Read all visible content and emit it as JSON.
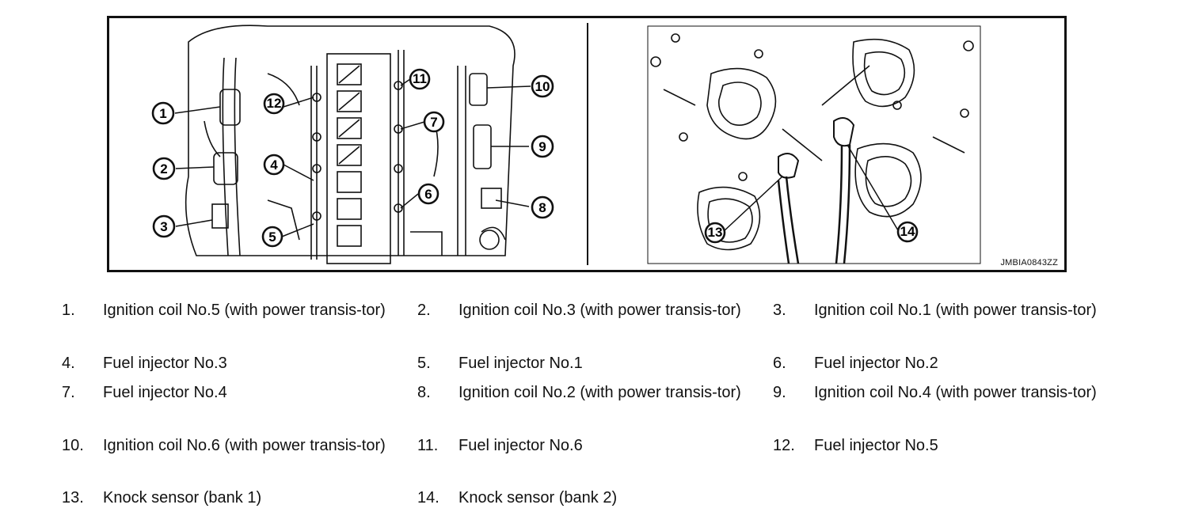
{
  "figure": {
    "code": "JMBIA0843ZZ",
    "callouts": [
      "1",
      "2",
      "3",
      "4",
      "5",
      "6",
      "7",
      "8",
      "9",
      "10",
      "11",
      "12",
      "13",
      "14"
    ]
  },
  "legend": [
    {
      "num": "1.",
      "text": "Ignition coil No.5 (with power transis-tor)"
    },
    {
      "num": "2.",
      "text": "Ignition coil No.3 (with power transis-tor)"
    },
    {
      "num": "3.",
      "text": "Ignition coil No.1 (with power transis-tor)"
    },
    {
      "num": "4.",
      "text": "Fuel injector No.3"
    },
    {
      "num": "5.",
      "text": "Fuel injector No.1"
    },
    {
      "num": "6.",
      "text": "Fuel injector No.2"
    },
    {
      "num": "7.",
      "text": "Fuel injector No.4"
    },
    {
      "num": "8.",
      "text": "Ignition coil No.2 (with power transis-tor)"
    },
    {
      "num": "9.",
      "text": "Ignition coil No.4 (with power transis-tor)"
    },
    {
      "num": "10.",
      "text": "Ignition coil No.6 (with power transis-tor)"
    },
    {
      "num": "11.",
      "text": "Fuel injector No.6"
    },
    {
      "num": "12.",
      "text": "Fuel injector No.5"
    },
    {
      "num": "13.",
      "text": "Knock sensor (bank 1)"
    },
    {
      "num": "14.",
      "text": "Knock sensor (bank 2)"
    }
  ]
}
